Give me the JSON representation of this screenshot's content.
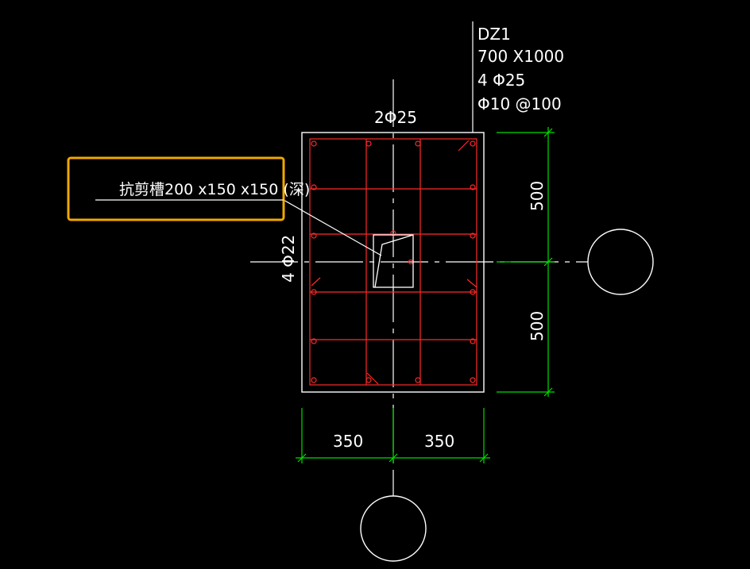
{
  "colors": {
    "background": "#000000",
    "outline": "#ffffff",
    "rebar": "#ff2a2a",
    "dimension": "#00dd00",
    "callout_box": "#f0a800"
  },
  "column_note": {
    "id": "DZ1",
    "size": "700 X1000",
    "main_bars": "4 Φ25",
    "stirrups": "Φ10 @100"
  },
  "top_bars": "2Φ25",
  "side_bars": "4 Φ22",
  "callout": "抗剪槽200 x150 x150 (深)",
  "dimensions": {
    "vertical_upper": "500",
    "vertical_lower": "500",
    "horizontal_left": "350",
    "horizontal_right": "350"
  }
}
